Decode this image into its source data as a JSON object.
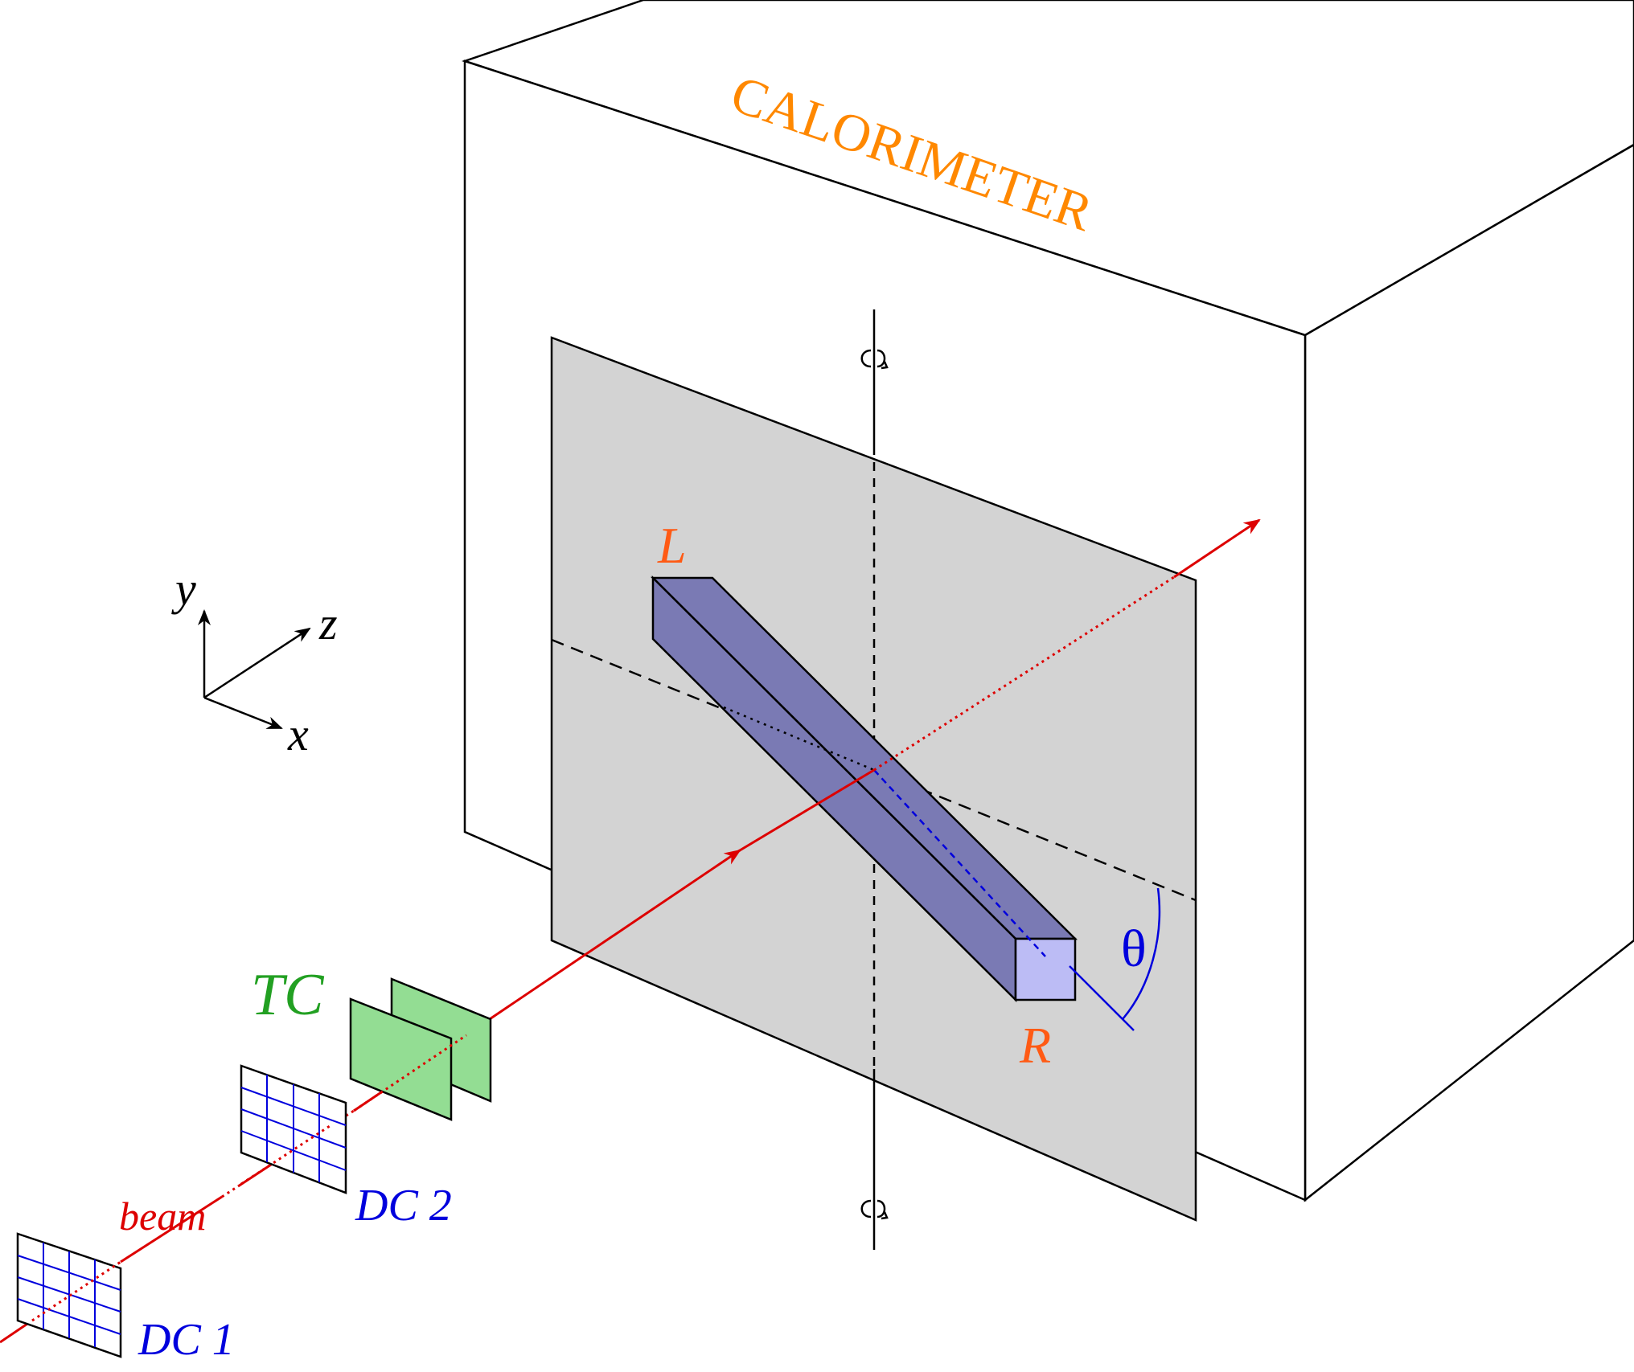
{
  "labels": {
    "calorimeter": "CALORIMETER",
    "left_end": "L",
    "right_end": "R",
    "angle": "θ",
    "beam": "beam",
    "tc": "TC",
    "dc1": "DC 1",
    "dc2": "DC 2",
    "axis_x": "x",
    "axis_y": "y",
    "axis_z": "z"
  },
  "colors": {
    "calorimeter_label": "#ff8800",
    "end_labels": "#ff5a14",
    "beam": "#dd0000",
    "drift_chambers": "#0000dd",
    "trigger_counter": "#22a022",
    "trigger_counter_fill": "#93dd93",
    "bar_fill": "#7a7ab4",
    "bar_end_face": "#bcbcf5",
    "panel_fill": "#d3d3d3",
    "outline": "#000000"
  },
  "icons": {
    "rotation_marker_top": "rotation-arrow-icon",
    "rotation_marker_bottom": "rotation-arrow-icon"
  }
}
